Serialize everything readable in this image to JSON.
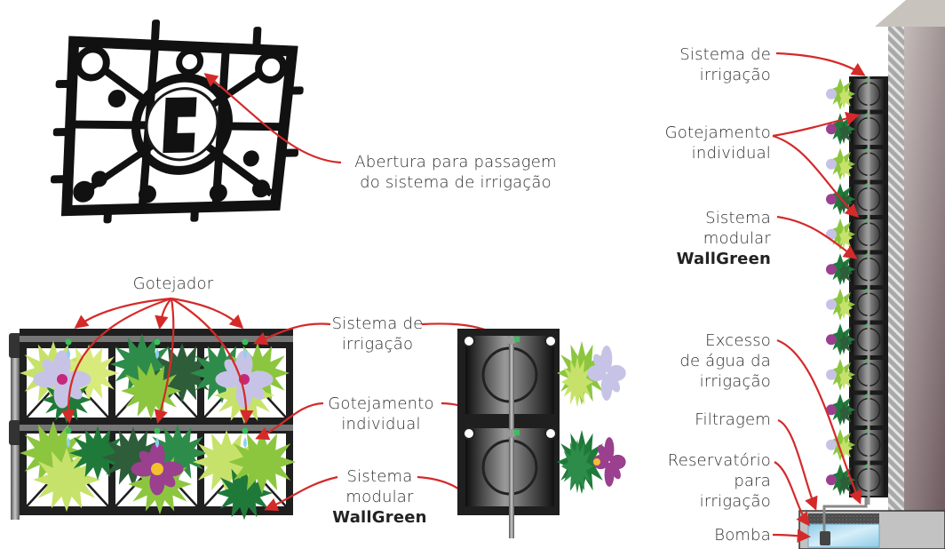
{
  "diagram": {
    "subject": "WallGreen vertical garden modular system",
    "colors": {
      "arrow": "#d42a2a",
      "module": "#1d1d1d",
      "pipe": "#8a8a8a",
      "leaf_light": "#c7e26a",
      "leaf_mid": "#8cc63f",
      "leaf_dark": "#1f7a3a",
      "leaf_deep": "#2e5d3a",
      "flower_lilac": "#c7c3e6",
      "flower_purple": "#9b3f8f",
      "flower_center_magenta": "#c5287a",
      "flower_center_yellow": "#f2c12e",
      "water": "#a8d8ef",
      "wall": "#b7aeab",
      "wall_hatch": "#9a9a9a",
      "ground": "#c2c2c2"
    },
    "module_photo": {
      "callout": {
        "line1": "Abertura para passagem",
        "line2": "do sistema de irrigação"
      }
    },
    "front_view": {
      "gotejador_label": "Gotejador",
      "rows": 2,
      "columns": 3
    },
    "center_labels": {
      "irrigation": {
        "line1": "Sistema de",
        "line2": "irrigação"
      },
      "drip": {
        "line1": "Gotejamento",
        "line2": "individual"
      },
      "modular": {
        "line1": "Sistema",
        "line2": "modular",
        "brand": "WallGreen"
      }
    },
    "side_view": {
      "modules": 2
    },
    "wall_section": {
      "module_count": 12,
      "labels": {
        "irrigation": {
          "line1": "Sistema de",
          "line2": "irrigação"
        },
        "drip": {
          "line1": "Gotejamento",
          "line2": "individual"
        },
        "modular": {
          "line1": "Sistema",
          "line2": "modular",
          "brand": "WallGreen"
        },
        "excess": {
          "line1": "Excesso",
          "line2": "de água da",
          "line3": "irrigação"
        },
        "filter": {
          "line1": "Filtragem"
        },
        "reservoir": {
          "line1": "Reservatório",
          "line2": "para",
          "line3": "irrigação"
        },
        "pump": {
          "line1": "Bomba"
        }
      }
    }
  }
}
